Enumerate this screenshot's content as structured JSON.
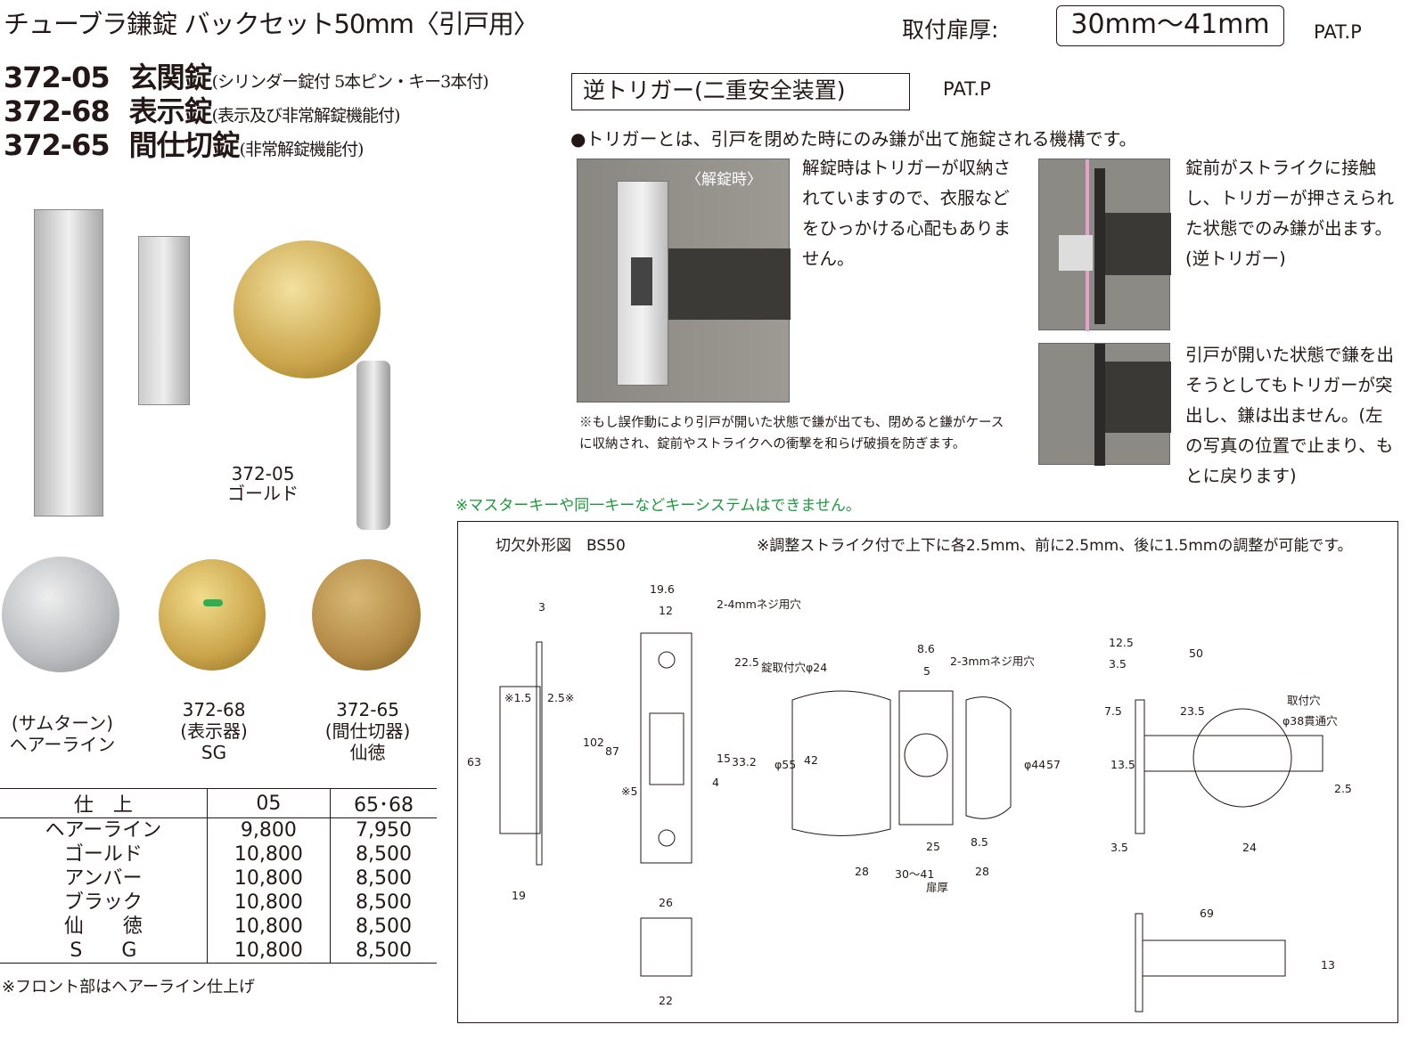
{
  "title": "チューブラ鎌錠 バックセット50mm〈引戸用〉",
  "door_thickness": {
    "label": "取付扉厚:",
    "value": "30mm〜41mm"
  },
  "pat_top": "PAT.P",
  "models": [
    {
      "code": "372-05",
      "name": "玄関錠",
      "sub": "(シリンダー錠付 5本ピン・キー3本付)"
    },
    {
      "code": "372-68",
      "name": "表示錠",
      "sub": "(表示及び非常解錠機能付)"
    },
    {
      "code": "372-65",
      "name": "間仕切錠",
      "sub": "(非常解錠機能付)"
    }
  ],
  "trigger": {
    "heading": "逆トリガー(二重安全装置)",
    "pat": "PAT.P",
    "bullet": "●トリガーとは、引戸を閉めた時にのみ鎌が出て施錠される機構です。",
    "photo_label": "〈解錠時〉",
    "text1": "解錠時はトリガーが収納されていますので、衣服などをひっかける心配もありません。",
    "text2": "錠前がストライクに接触し、トリガーが押さえられた状態でのみ鎌が出ます。(逆トリガー)",
    "text3": "引戸が開いた状態で鎌を出そうとしてもトリガーが突出し、鎌は出ません。(左の写真の位置で止まり、もとに戻ります)",
    "note": "※もし誤作動により引戸が開いた状態で鎌が出ても、閉めると鎌がケースに収納され、錠前やストライクへの衝撃を和らげ破損を防ぎます。"
  },
  "green_note": "※マスターキーや同一キーなどキーシステムはできません。",
  "main_photo_caption": {
    "code": "372-05",
    "finish": "ゴールド"
  },
  "turn_pieces": [
    {
      "line1": "(サムターン)",
      "line2": "ヘアーライン",
      "line3": "",
      "color": "#b9bcbf"
    },
    {
      "line1": "372-68",
      "line2": "(表示器)",
      "line3": "SG",
      "color": "#c9a44a"
    },
    {
      "line1": "372-65",
      "line2": "(間仕切器)",
      "line3": "仙徳",
      "color": "#b38a45"
    }
  ],
  "price_table": {
    "headers": [
      "仕　上",
      "05",
      "65･68"
    ],
    "rows": [
      [
        "ヘアーライン",
        "9,800",
        "7,950"
      ],
      [
        "ゴールド",
        "10,800",
        "8,500"
      ],
      [
        "アンバー",
        "10,800",
        "8,500"
      ],
      [
        "ブラック",
        "10,800",
        "8,500"
      ],
      [
        "仙　　徳",
        "10,800",
        "8,500"
      ],
      [
        "S　　G",
        "10,800",
        "8,500"
      ]
    ],
    "note": "※フロント部はヘアーライン仕上げ"
  },
  "diagram": {
    "title": "切欠外形図　BS50",
    "strike_note": "※調整ストライク付で上下に各2.5mm、前に2.5mm、後に1.5mmの調整が可能です。",
    "labels": [
      "3",
      "※1.5",
      "2.5※",
      "63",
      "19",
      "19.6",
      "12",
      "2-4mmネジ用穴",
      "22.5",
      "102",
      "87",
      "33.2",
      "15",
      "4",
      "※5",
      "26",
      "22",
      "錠取付穴φ24",
      "8.6",
      "5",
      "2-3mmネジ用穴",
      "φ55",
      "42",
      "φ44",
      "57",
      "25",
      "8.5",
      "28",
      "30〜41",
      "28",
      "扉厚",
      "12.5",
      "3.5",
      "50",
      "7.5",
      "23.5",
      "13.5",
      "取付穴",
      "φ38貫通穴",
      "2.5",
      "3.5",
      "24",
      "69",
      "13"
    ]
  }
}
